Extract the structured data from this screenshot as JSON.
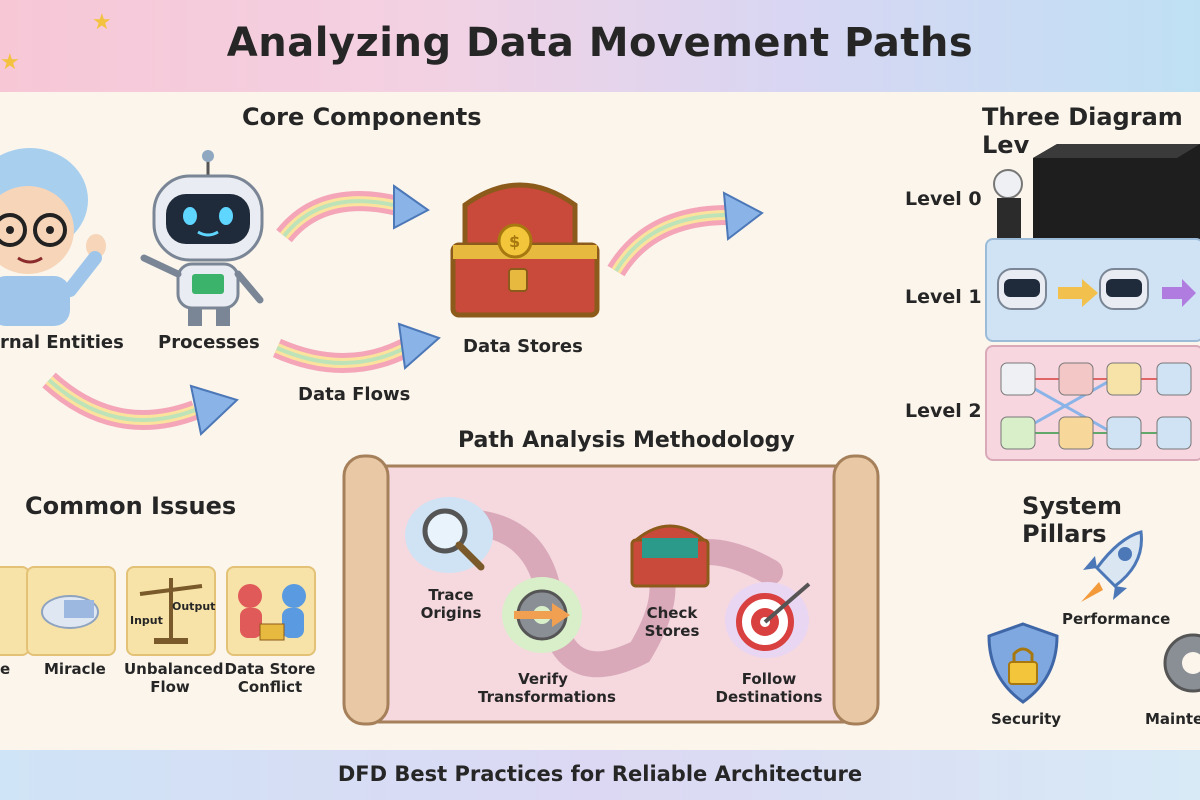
{
  "title": "Analyzing Data Movement Paths",
  "footer": "DFD Best Practices for Reliable Architecture",
  "core": {
    "heading": "Core Components",
    "external_entities": "rnal Entities",
    "processes": "Processes",
    "data_stores": "Data Stores",
    "data_flows": "Data Flows"
  },
  "levels": {
    "heading": "Three Diagram Lev",
    "level0": "Level 0",
    "level1": "Level 1",
    "level2": "Level 2"
  },
  "issues": {
    "heading": "Common Issues",
    "item0": "e",
    "item1": "Miracle",
    "item2_line1": "Unbalanced",
    "item2_line2": "Flow",
    "item3_line1": "Data Store",
    "item3_line2": "Conflict",
    "scale_input": "Input",
    "scale_output": "Output"
  },
  "methodology": {
    "heading": "Path Analysis Methodology",
    "step1_line1": "Trace",
    "step1_line2": "Origins",
    "step2_line1": "Verify",
    "step2_line2": "Transformations",
    "step3_line1": "Check",
    "step3_line2": "Stores",
    "step4_line1": "Follow",
    "step4_line2": "Destinations"
  },
  "pillars": {
    "heading": "System Pillars",
    "performance": "Performance",
    "security": "Security",
    "maintenance": "Mainte"
  },
  "colors": {
    "banner_pink": "#f7c7d6",
    "banner_blue": "#bfe0f3",
    "arrow_blue": "#6f9fd8",
    "chest_red": "#c94a3b",
    "chest_gold": "#e8b93f"
  }
}
